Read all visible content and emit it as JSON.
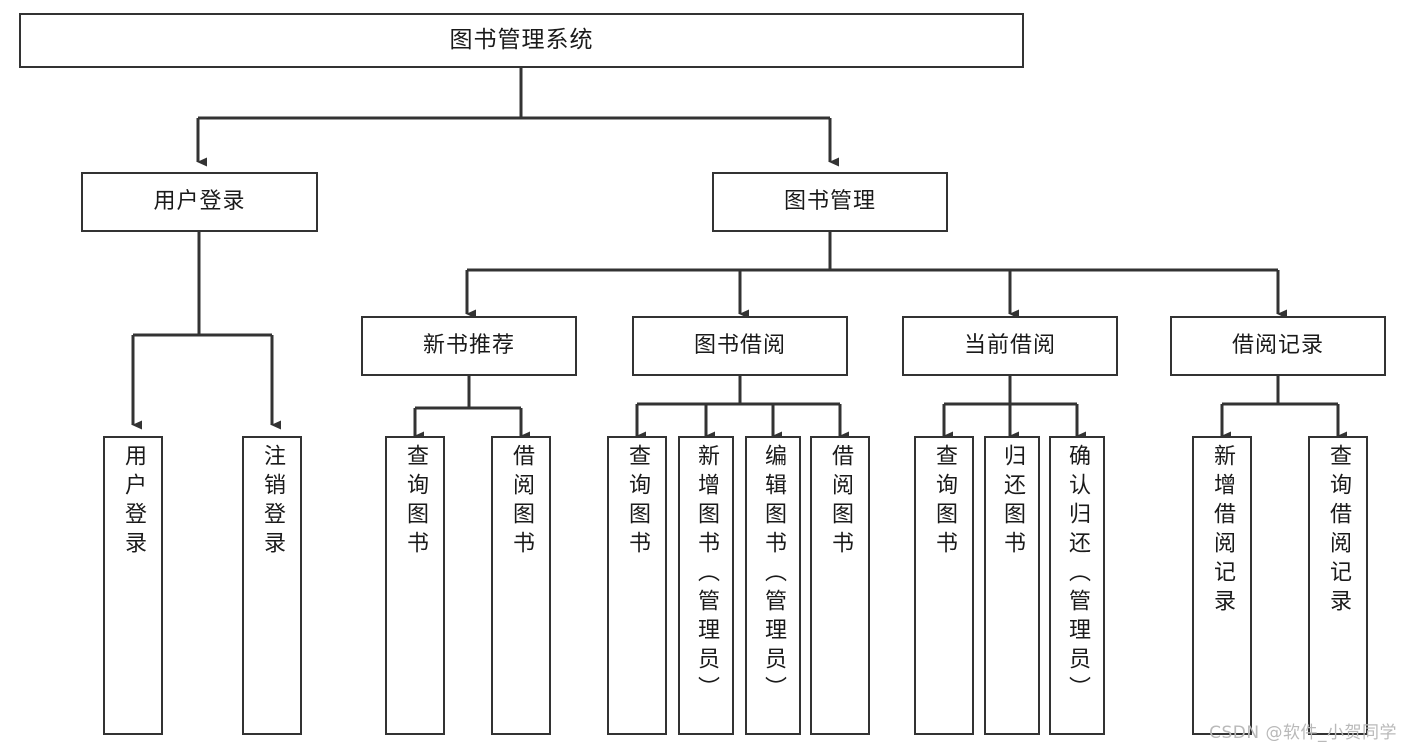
{
  "diagram": {
    "type": "tree",
    "title": "图书管理系统",
    "orientation": "top-down",
    "colors": {
      "box_border": "#333333",
      "box_fill": "#ffffff",
      "line": "#333333",
      "text": "#1a1a1a",
      "watermark": "#b9b9b9",
      "background": "#ffffff"
    },
    "root": {
      "label": "图书管理系统",
      "level": 1
    },
    "level2": [
      {
        "label": "用户登录"
      },
      {
        "label": "图书管理"
      }
    ],
    "level3": [
      {
        "label": "新书推荐"
      },
      {
        "label": "图书借阅"
      },
      {
        "label": "当前借阅"
      },
      {
        "label": "借阅记录"
      }
    ],
    "leaves": {
      "user_login": [
        {
          "label": "用户登录"
        },
        {
          "label": "注销登录"
        }
      ],
      "new_book_recommend": [
        {
          "label": "查询图书"
        },
        {
          "label": "借阅图书"
        }
      ],
      "book_borrow": [
        {
          "label": "查询图书"
        },
        {
          "label": "新增图书（管理员）"
        },
        {
          "label": "编辑图书（管理员）"
        },
        {
          "label": "借阅图书"
        }
      ],
      "current_borrow": [
        {
          "label": "查询图书"
        },
        {
          "label": "归还图书"
        },
        {
          "label": "确认归还（管理员）"
        }
      ],
      "borrow_record": [
        {
          "label": "新增借阅记录"
        },
        {
          "label": "查询借阅记录"
        }
      ]
    }
  },
  "watermark": {
    "text": "CSDN @软件_小贺同学"
  }
}
